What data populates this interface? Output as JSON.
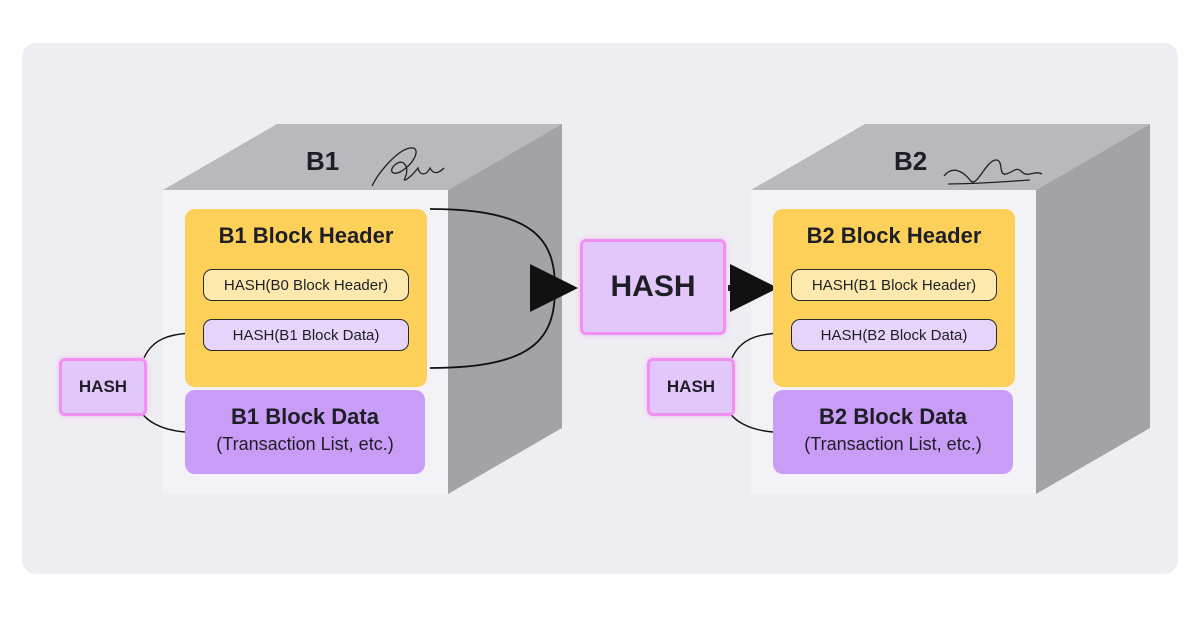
{
  "blocks": [
    {
      "title": "B1",
      "header_title": "B1 Block Header",
      "prev_hash": "HASH(B0 Block Header)",
      "data_hash": "HASH(B1 Block Data)",
      "data_title": "B1 Block Data",
      "data_sub": "(Transaction List, etc.)"
    },
    {
      "title": "B2",
      "header_title": "B2 Block Header",
      "prev_hash": "HASH(B1 Block Header)",
      "data_hash": "HASH(B2 Block Data)",
      "data_title": "B2 Block Data",
      "data_sub": "(Transaction List, etc.)"
    }
  ],
  "hash_main": "HASH",
  "hash_small_b1": "HASH",
  "hash_small_b2": "HASH",
  "colors": {
    "header": "#fdd05a",
    "data": "#c99cf6",
    "hash": "#e3c7fb",
    "cube_top": "#b9b8bd",
    "cube_side": "#a3a2a7"
  }
}
